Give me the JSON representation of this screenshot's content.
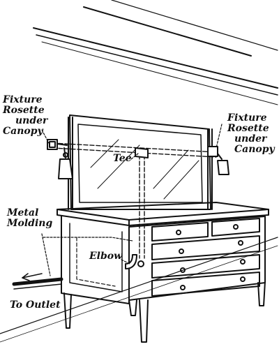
{
  "labels": {
    "fixture_left": [
      "Fixture",
      "Rosette",
      "under",
      "Canopy"
    ],
    "fixture_right": [
      "Fixture",
      "Rosette",
      "under",
      "Canopy"
    ],
    "tee": "Tee",
    "metal_molding": [
      "Metal",
      "Molding"
    ],
    "elbow": "Elbow",
    "to_outlet": "To Outlet"
  },
  "colors": {
    "ink": "#111111",
    "paper": "#ffffff"
  }
}
